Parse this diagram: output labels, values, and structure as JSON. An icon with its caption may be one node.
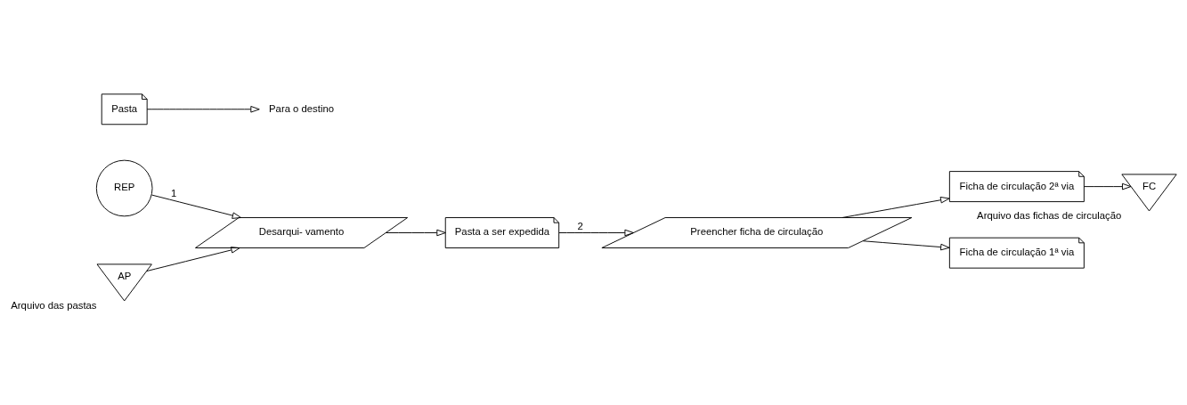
{
  "diagram": {
    "nodes": [
      {
        "text": [
          "REP"
        ]
      },
      {
        "text": [
          "Desarqui- vamento"
        ]
      },
      {
        "text": [
          "Pasta a ser expedida"
        ]
      },
      {
        "text": [
          "Preencher ficha de circulação"
        ]
      },
      {
        "text": [
          "Ficha de circulação 2ª via"
        ]
      },
      {
        "text": [
          "FC"
        ],
        "beside": [
          "Arquivo das fichas de circulação"
        ]
      },
      {
        "text": [
          "AP"
        ],
        "beside": [
          "Arquivo das pastas"
        ]
      },
      {
        "text": [
          "Ficha de circulação 1ª via"
        ]
      },
      {
        "text": [
          "Pasta"
        ]
      },
      {
        "text": [
          "Para o destino"
        ]
      }
    ],
    "edges": [
      {
        "from": 0,
        "to": 1,
        "arrow": "to",
        "label": "1"
      },
      {
        "from": 1,
        "to": 2,
        "arrow": "to"
      },
      {
        "from": 2,
        "to": 3,
        "arrow": "to",
        "label": "2"
      },
      {
        "from": 3,
        "to": 4,
        "arrow": "to"
      },
      {
        "from": 4,
        "to": 5,
        "arrow": "to"
      },
      {
        "from": 6,
        "to": 1,
        "arrow": "to"
      },
      {
        "from": 3,
        "to": 7,
        "arrow": "to"
      },
      {
        "from": 8,
        "to": 9,
        "arrow": "to"
      }
    ]
  }
}
